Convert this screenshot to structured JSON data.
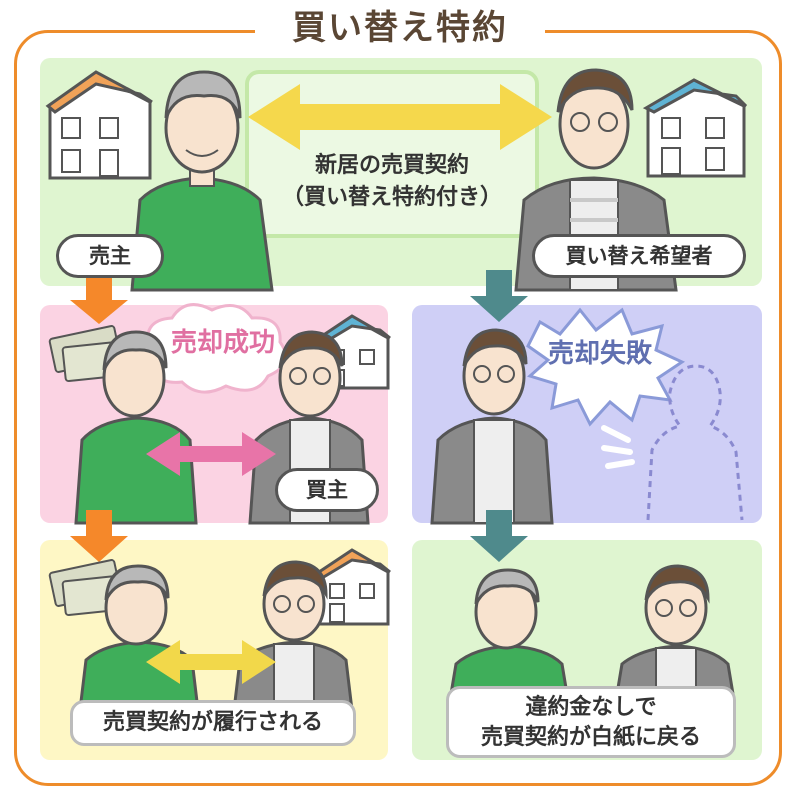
{
  "title": "買い替え特約",
  "center": {
    "line1": "新居の売買契約",
    "line2": "（買い替え特約付き）"
  },
  "labels": {
    "seller": "売主",
    "buyer_hopeful": "買い替え希望者",
    "purchaser": "買主"
  },
  "bubbles": {
    "success": "売却成功",
    "failure": "売却失敗"
  },
  "outcomes": {
    "fulfilled": "売買契約が履行される",
    "void_line1": "違約金なしで",
    "void_line2": "売買契約が白紙に戻る"
  },
  "colors": {
    "frame": "#ee8c2a",
    "orange_arrow": "#f5882a",
    "teal_arrow": "#4f8a8c",
    "yellow_arrow": "#f2d84a",
    "pink_arrow": "#e874a8",
    "seller_shirt": "#3fae5a",
    "buyer_jacket": "#8a8a8a"
  }
}
